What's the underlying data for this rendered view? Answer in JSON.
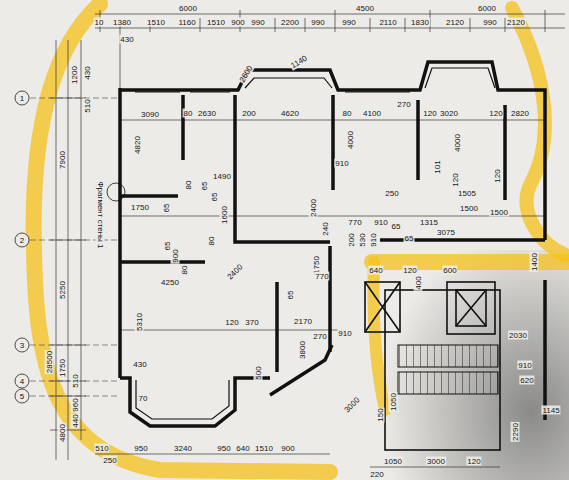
{
  "diagram": {
    "labels": [
      "6000",
      "4500",
      "6000",
      "10",
      "1380",
      "1510",
      "1160",
      "1510",
      "900",
      "990",
      "2200",
      "990",
      "990",
      "2110",
      "1830",
      "2120",
      "990",
      "2120",
      "430",
      "1200",
      "430",
      "510",
      "7900",
      "5250",
      "28500",
      "1750",
      "510",
      "960",
      "440",
      "4800",
      "1",
      "2",
      "3",
      "4",
      "5",
      "2600",
      "1140",
      "270",
      "3090",
      "80",
      "2630",
      "200",
      "4620",
      "80",
      "4100",
      "120",
      "3020",
      "120",
      "2820",
      "4820",
      "4000",
      "910",
      "4000",
      "101",
      "120",
      "120",
      "65",
      "1490",
      "80",
      "65",
      "1750",
      "65",
      "1600",
      "2400",
      "240",
      "250",
      "1505",
      "770",
      "910",
      "65",
      "1315",
      "1500",
      "1500",
      "3075",
      "65",
      "200",
      "530",
      "910",
      "Фрагмент стены 1",
      "65",
      "80",
      "900",
      "80",
      "4250",
      "2400",
      "1750",
      "770",
      "640",
      "120",
      "400",
      "600",
      "1400",
      "65",
      "5310",
      "120",
      "370",
      "2170",
      "270",
      "910",
      "3800",
      "2030",
      "430",
      "500",
      "910",
      "620",
      "1050",
      "70",
      "3000",
      "150",
      "1145",
      "2290",
      "510",
      "950",
      "3240",
      "950",
      "640",
      "1510",
      "900",
      "250",
      "1050",
      "3000",
      "120",
      "220"
    ]
  }
}
